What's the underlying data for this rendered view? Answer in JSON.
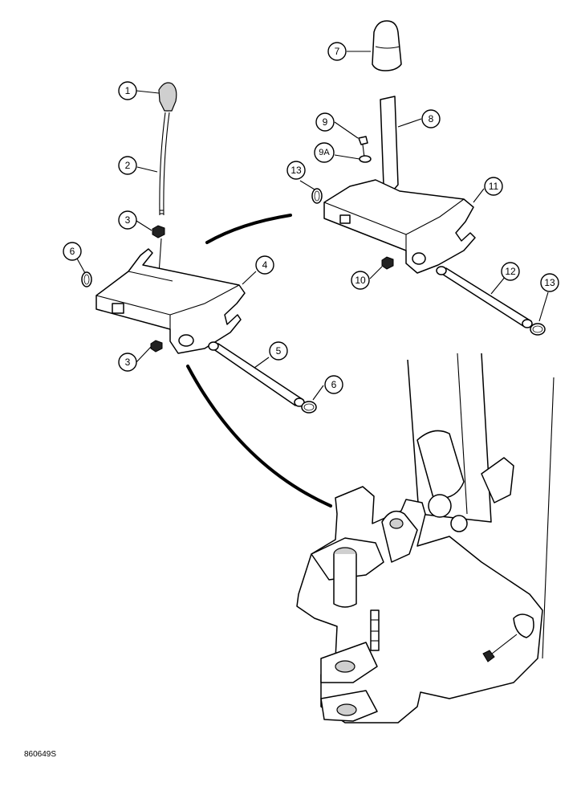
{
  "callouts": [
    {
      "id": "c1",
      "label": "1"
    },
    {
      "id": "c2",
      "label": "2"
    },
    {
      "id": "c3a",
      "label": "3"
    },
    {
      "id": "c3b",
      "label": "3"
    },
    {
      "id": "c4",
      "label": "4"
    },
    {
      "id": "c5",
      "label": "5"
    },
    {
      "id": "c6a",
      "label": "6"
    },
    {
      "id": "c6b",
      "label": "6"
    },
    {
      "id": "c7",
      "label": "7"
    },
    {
      "id": "c8",
      "label": "8"
    },
    {
      "id": "c9",
      "label": "9"
    },
    {
      "id": "c9a",
      "label": "9A"
    },
    {
      "id": "c10",
      "label": "10"
    },
    {
      "id": "c11",
      "label": "11"
    },
    {
      "id": "c12",
      "label": "12"
    },
    {
      "id": "c13a",
      "label": "13"
    },
    {
      "id": "c13b",
      "label": "13"
    }
  ],
  "figure_id": "860649S"
}
